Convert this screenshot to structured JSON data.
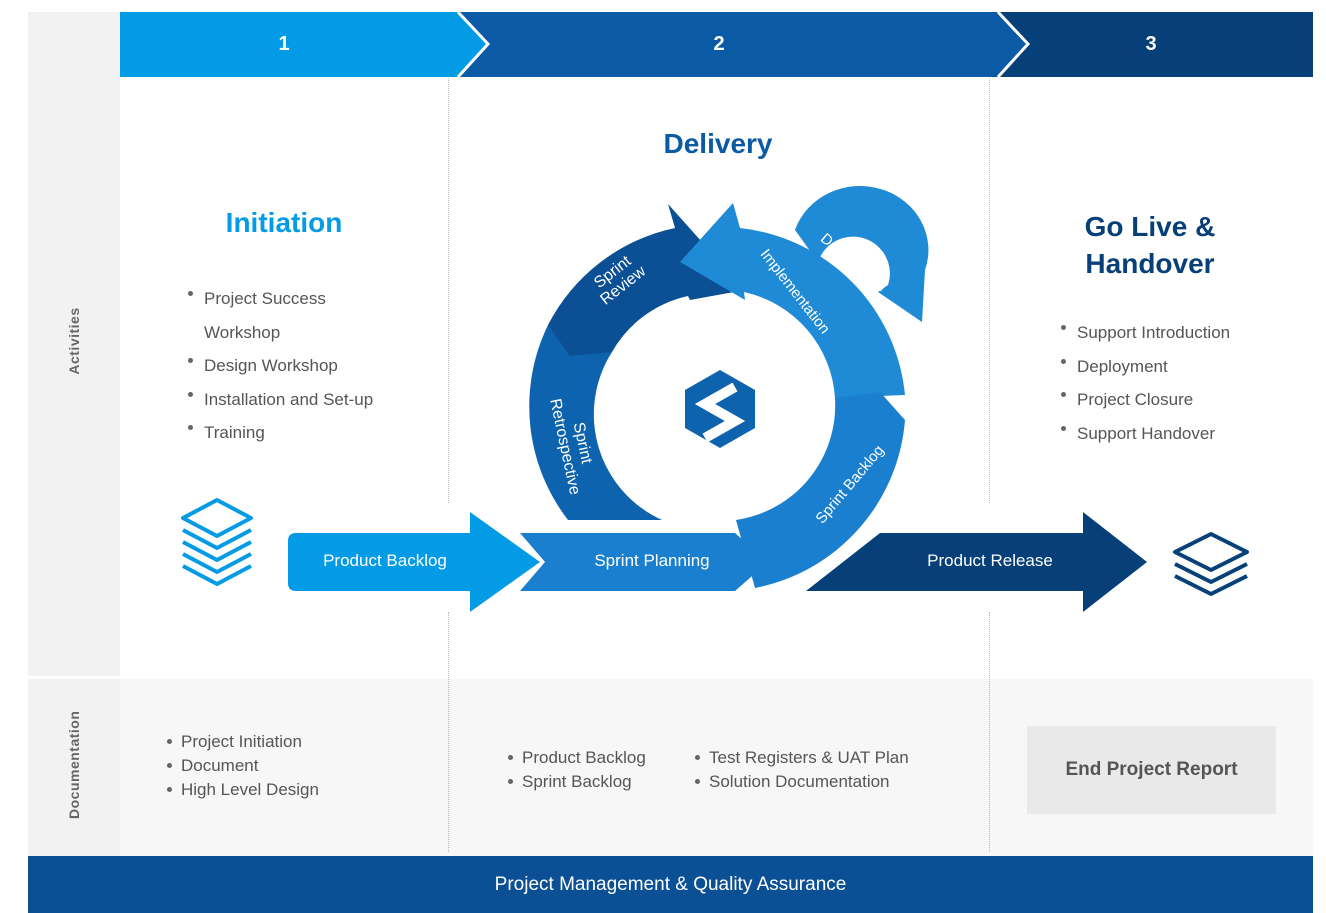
{
  "side_labels": {
    "activities": "Activities",
    "documentation": "Documentation"
  },
  "steps": [
    {
      "number": "1",
      "color": "#039be5"
    },
    {
      "number": "2",
      "color": "#0b5aa6"
    },
    {
      "number": "3",
      "color": "#073f78"
    }
  ],
  "phases": {
    "initiation": {
      "title": "Initiation",
      "color": "#039be5",
      "activities": [
        "Project Success Workshop",
        "Design Workshop",
        "Installation and Set-up",
        "Training"
      ],
      "documentation": [
        "Project Initiation",
        "Document",
        "High Level Design"
      ]
    },
    "delivery": {
      "title": "Delivery",
      "color": "#0b5aa6",
      "documentation_left": [
        "Product Backlog",
        "Sprint Backlog"
      ],
      "documentation_right": [
        "Test Registers & UAT Plan",
        "Solution Documentation"
      ]
    },
    "golive": {
      "title_line1": "Go Live &",
      "title_line2": "Handover",
      "color": "#073f78",
      "activities": [
        "Support Introduction",
        "Deployment",
        "Project Closure",
        "Support Handover"
      ],
      "documentation_box": "End Project Report"
    }
  },
  "cycle": {
    "daily_scrum": "Daily Scrum",
    "implementation": "Implementation",
    "sprint_review_line1": "Sprint",
    "sprint_review_line2": "Review",
    "sprint_retro_line1": "Sprint",
    "sprint_retro_line2": "Retrospective",
    "sprint_backlog": "Sprint Backlog"
  },
  "flow": {
    "product_backlog": "Product Backlog",
    "sprint_planning": "Sprint Planning",
    "product_release": "Product Release"
  },
  "icons": {
    "left_stack": "layers-stack-icon",
    "right_stack": "layers-stack-icon",
    "center_logo": "hexagon-s-logo"
  },
  "footer": "Project Management & Quality Assurance"
}
